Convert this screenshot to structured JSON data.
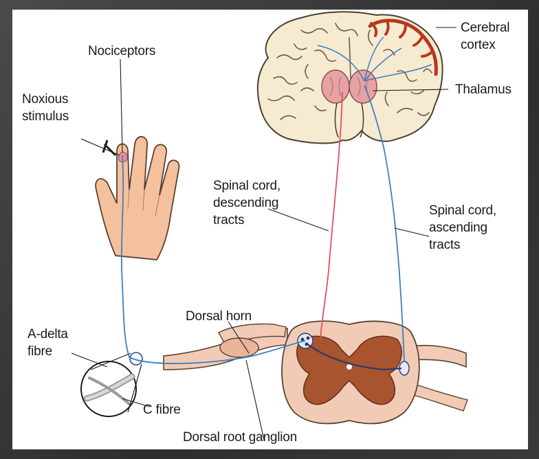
{
  "labels": {
    "nociceptors": "Nociceptors",
    "noxious_stimulus": [
      "Noxious",
      "stimulus"
    ],
    "cerebral_cortex": [
      "Cerebral",
      "cortex"
    ],
    "thalamus": "Thalamus",
    "descending_tracts": [
      "Spinal cord,",
      "descending",
      "tracts"
    ],
    "ascending_tracts": [
      "Spinal cord,",
      "ascending",
      "tracts"
    ],
    "dorsal_horn": "Dorsal horn",
    "a_delta_fibre": [
      "A-delta",
      "fibre"
    ],
    "c_fibre": "C fibre",
    "dorsal_root_ganglion": "Dorsal root ganglion"
  },
  "colors": {
    "background_frame": "#3a3a3a",
    "brain": "#f6ead0",
    "cortex": "#b5381e",
    "thalamus": "#e8a2a4",
    "descending_pathway": "#e0505e",
    "ascending_pathway": "#3c7fc0",
    "spinal_grey_matter": "#a8542e",
    "spinal_white_matter": "#f2cbb7",
    "skin": "#f5c09c"
  }
}
